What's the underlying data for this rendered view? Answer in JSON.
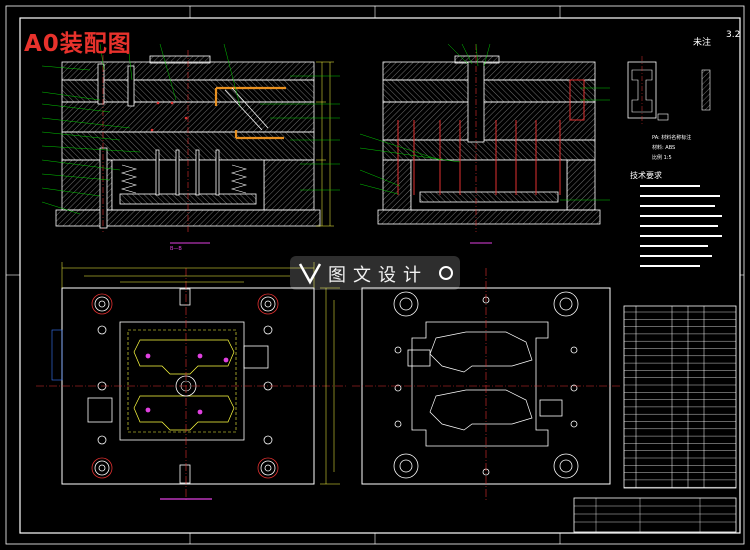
{
  "drawing": {
    "title": "A0装配图",
    "watermark": "图文设计",
    "surface_note": "未注",
    "surface_value": "3.2",
    "notes_heading": "技术要求",
    "part_name_caption": "PA: 材料名称标注",
    "part_material_caption": "材料: ABS",
    "part_scale_caption": "比例 1:5",
    "plan_label": "B—B",
    "colors": {
      "background": "#000000",
      "outline": "#ffffff",
      "hatch": "#7a7a7a",
      "leader": "#00c800",
      "centerline": "#e03030",
      "hidden": "#3a7bff",
      "title_red": "#e8322c",
      "part_yellow": "#ffff40",
      "runner_orange": "#e89020",
      "magenta": "#e040e0"
    }
  }
}
